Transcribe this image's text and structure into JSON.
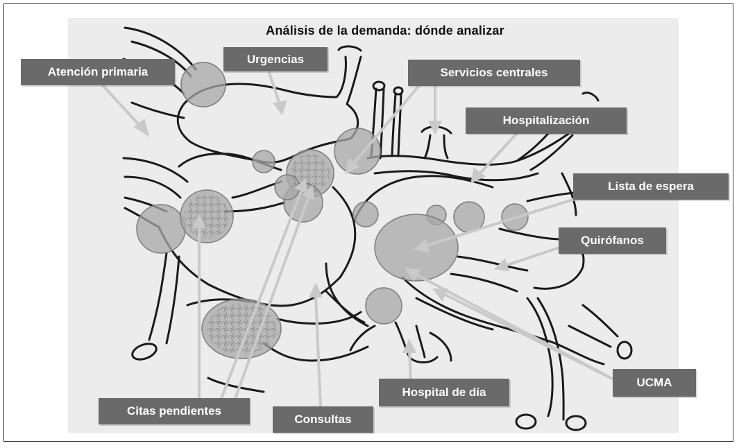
{
  "title": "Análisis de la demanda: dónde analizar",
  "labels": {
    "atencion_primaria": "Atención primaria",
    "urgencias": "Urgencias",
    "servicios_centrales": "Servicios centrales",
    "hospitalizacion": "Hospitalización",
    "lista_espera": "Lista de espera",
    "quirofanos": "Quirófanos",
    "ucma": "UCMA",
    "hospital_dia": "Hospital de día",
    "consultas": "Consultas",
    "citas_pendientes": "Citas pendientes"
  },
  "colors": {
    "label_bg": "#6a6a6a",
    "label_text": "#ffffff",
    "arrow": "#c9c9c9",
    "bubble": "#a8a8a8",
    "canvas": "#ececec",
    "ink": "#1a1a1a"
  }
}
